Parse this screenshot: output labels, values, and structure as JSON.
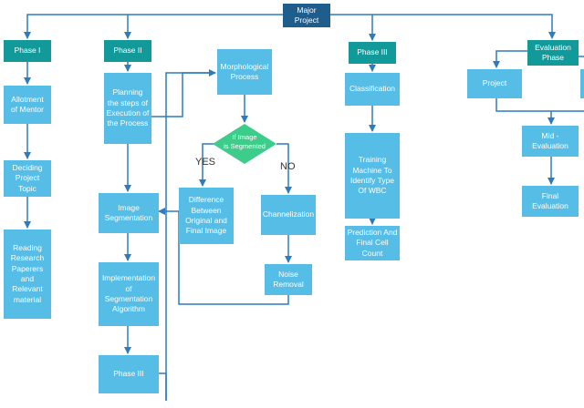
{
  "nodes": {
    "major_project": "Major\nProject",
    "phase_1": "Phase I",
    "phase_2": "Phase II",
    "phase_3": "Phase III",
    "evaluation_phase": "Evaluation\nPhase",
    "allotment_of_mentor": "Allotment\nof Mentor",
    "deciding_project_topic": "Deciding\nProject\nTopic",
    "reading_research_papers": "Reading\nResearch\nPaperers\nand\nRelevant\nmaterial",
    "planning_steps": "Planning\nthe steps of\nExecution of\nthe Process",
    "image_segmentation": "Image\nSegmentation",
    "implementation_segmentation": "Implementation\nof\nSegmentation\nAlgorithm",
    "phase_3_lower": "Phase III",
    "morphological_process": "Morphological\nProcess",
    "decision": "If Image\nis Segmented",
    "difference_images": "Difference\nBetween\nOriginal and\nFinal Image",
    "channelization": "Channelization",
    "noise_removal": "Noise\nRemoval",
    "classification": "Classification",
    "training_machine": "Training\nMachine To\nIdentify Type\nOf WBC",
    "prediction_count": "Prediction And\nFinal Cell\nCount",
    "project_eval": "Project",
    "mid_evaluation": "Mid -\nEvaluation",
    "final_evaluation": "Final\nEvaluation"
  },
  "edge_labels": {
    "yes": "YES",
    "no": "NO"
  },
  "colors": {
    "light": "#56bde6",
    "teal": "#129a9b",
    "navy": "#1f5d8c",
    "decision": "#3dcc8a",
    "line": "#2d7cc0"
  }
}
